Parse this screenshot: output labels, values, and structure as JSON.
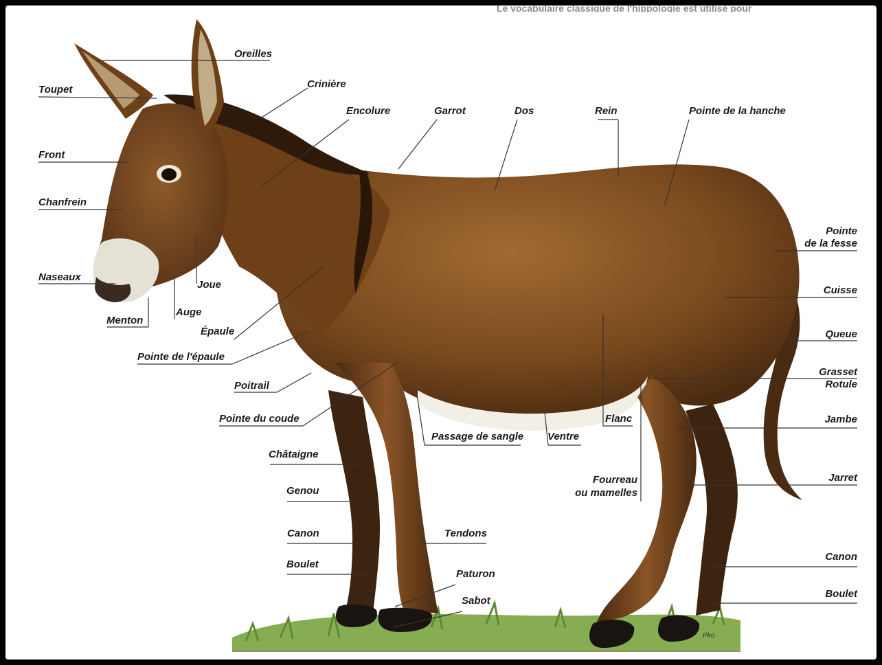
{
  "diagram": {
    "top_caption": "Le vocabulaire classique de l'hippologie est utilisé pour",
    "signature": "Pko",
    "labels": {
      "oreilles": "Oreilles",
      "toupet": "Toupet",
      "criniere": "Crinière",
      "encolure": "Encolure",
      "garrot": "Garrot",
      "dos": "Dos",
      "rein": "Rein",
      "pointe_hanche": "Pointe de la hanche",
      "front": "Front",
      "chanfrein": "Chanfrein",
      "pointe_fesse_1": "Pointe",
      "pointe_fesse_2": "de la fesse",
      "naseaux": "Naseaux",
      "joue": "Joue",
      "cuisse": "Cuisse",
      "menton": "Menton",
      "auge": "Auge",
      "epaule": "Épaule",
      "queue": "Queue",
      "pointe_epaule": "Pointe de l'épaule",
      "grasset": "Grasset",
      "rotule": "Rotule",
      "poitrail": "Poitrail",
      "pointe_coude": "Pointe du coude",
      "flanc": "Flanc",
      "jambe": "Jambe",
      "passage_sangle": "Passage de sangle",
      "ventre": "Ventre",
      "chataigne": "Châtaigne",
      "jarret": "Jarret",
      "fourreau_1": "Fourreau",
      "fourreau_2": "ou mamelles",
      "genou": "Genou",
      "canon_front": "Canon",
      "tendons": "Tendons",
      "canon_rear": "Canon",
      "boulet_front": "Boulet",
      "paturon": "Paturon",
      "boulet_rear": "Boulet",
      "sabot": "Sabot"
    }
  },
  "colors": {
    "coat": "#7a4a1e",
    "coat_dark": "#4a2a10",
    "coat_light": "#9a6630",
    "belly": "#f2efe6",
    "muzzle": "#e8e4da",
    "hoof": "#1a1410",
    "grass": "#7fa84a",
    "leader_line": "#333333"
  }
}
